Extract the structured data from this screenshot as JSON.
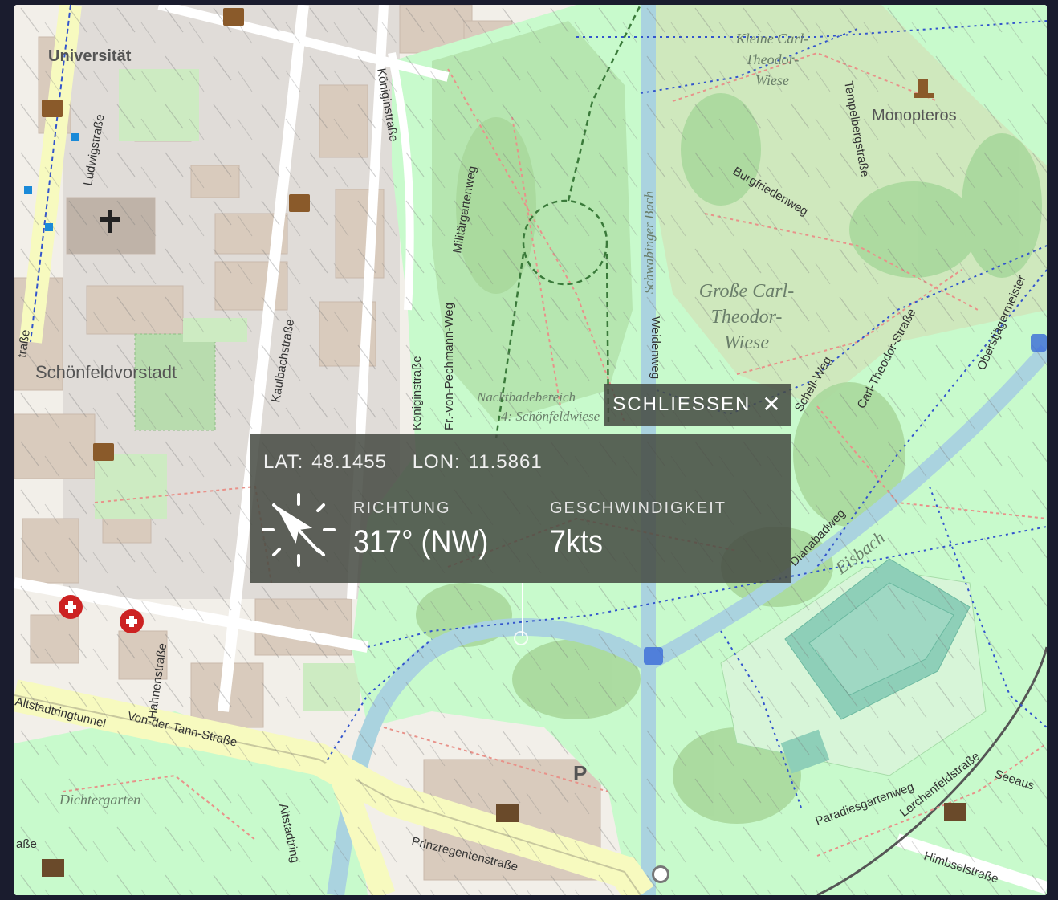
{
  "map": {
    "labels": {
      "universitaet": "Universität",
      "schoenfeldvorstadt": "Schönfeldvorstadt",
      "kleine_wiese": [
        "Kleine Carl-",
        "Theodor-",
        "Wiese"
      ],
      "grosse_wiese": [
        "Große Carl-",
        "Theodor-",
        "Wiese"
      ],
      "monopteros": "Monopteros",
      "dichtergarten": "Dichtergarten",
      "nacktbade": [
        "Nacktbadebereich",
        "4: Schönfeldwiese"
      ],
      "eisbach": "Eisbach",
      "schwabinger_bach": "Schwabinger Bach",
      "parking": "P"
    },
    "streets": {
      "ludwigstrasse": "Ludwigstraße",
      "koeniginstrasse": "Königinstraße",
      "militaergartenweg": "Militärgartenweg",
      "pechmann": "Fr.-von-Pechmann-Weg",
      "kaulbachstrasse": "Kaulbachstraße",
      "koeniginstrasse2": "Königinstraße",
      "hahnenstrasse": "Hahnenstraße",
      "altstadtringtunnel": "Altstadtringtunnel",
      "vondertann": "Von-der-Tann-Straße",
      "altstadtring": "Altstadtring",
      "prinzregentenstrasse": "Prinzregentenstraße",
      "weidenweg": "Weidenweg",
      "burgfriedenweg": "Burgfriedenweg",
      "tempelbergstrasse": "Tempelbergstraße",
      "schellweg": "Schell-Weg",
      "carltheodorstrasse": "Carl-Theodor-Straße",
      "oberstjaegermeister": "Oberstjägermeister",
      "dianabadweg": "Dianabadweg",
      "paradiesgartenweg": "Paradiesgartenweg",
      "lerchenfeldstrasse": "Lerchenfeldstraße",
      "himbselstrasse": "Himbselstraße",
      "seeaus": "Seeaus",
      "strasse_left": "aße",
      "strasse_left2": "traße"
    }
  },
  "popup": {
    "close_label": "SCHLIESSEN",
    "close_icon": "close-icon",
    "lat_label": "LAT:",
    "lat_value": "48.1455",
    "lon_label": "LON:",
    "lon_value": "11.5861",
    "direction_label": "RICHTUNG",
    "direction_value": "317° (NW)",
    "direction_degrees": 317,
    "speed_label": "GESCHWINDIGKEIT",
    "speed_value": "7kts"
  },
  "colors": {
    "park": "#c8facc",
    "park_dark": "#add19e",
    "building": "#d9d0c9",
    "water": "#aad3df",
    "popup_bg": "#464a42"
  }
}
